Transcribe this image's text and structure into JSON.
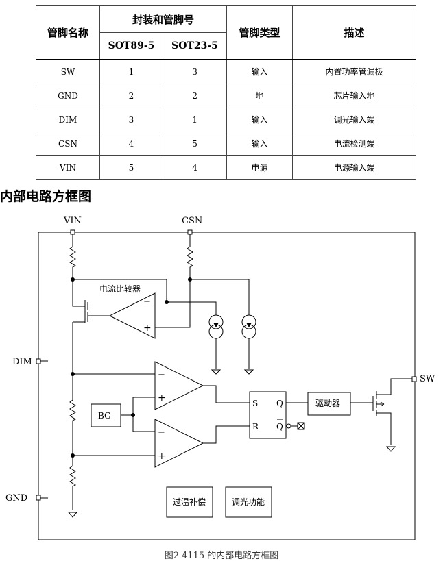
{
  "table": {
    "headers": {
      "pin_name": "管脚名称",
      "package_group": "封装和管脚号",
      "pkg1": "SOT89-5",
      "pkg2": "SOT23-5",
      "pin_type": "管脚类型",
      "description": "描述"
    },
    "rows": [
      {
        "name": "SW",
        "sot89": "1",
        "sot23": "3",
        "type": "输入",
        "desc": "内置功率管漏极"
      },
      {
        "name": "GND",
        "sot89": "2",
        "sot23": "2",
        "type": "地",
        "desc": "芯片输入地"
      },
      {
        "name": "DIM",
        "sot89": "3",
        "sot23": "1",
        "type": "输入",
        "desc": "调光输入端"
      },
      {
        "name": "CSN",
        "sot89": "4",
        "sot23": "5",
        "type": "输入",
        "desc": "电流检测端"
      },
      {
        "name": "VIN",
        "sot89": "5",
        "sot23": "4",
        "type": "电源",
        "desc": "电源输入端"
      }
    ]
  },
  "section_title": "内部电路方框图",
  "diagram": {
    "pins": {
      "vin": "VIN",
      "csn": "CSN",
      "dim": "DIM",
      "gnd": "GND",
      "sw": "SW"
    },
    "comparator_label": "电流比较器",
    "bg_label": "BG",
    "latch": {
      "s": "S",
      "r": "R",
      "q": "Q",
      "qbar": "Q"
    },
    "driver_label": "驱动器",
    "temp_comp_label": "过温补偿",
    "dimming_label": "调光功能",
    "minus": "−",
    "plus": "+"
  },
  "caption": "图2 4115 的内部电路方框图"
}
